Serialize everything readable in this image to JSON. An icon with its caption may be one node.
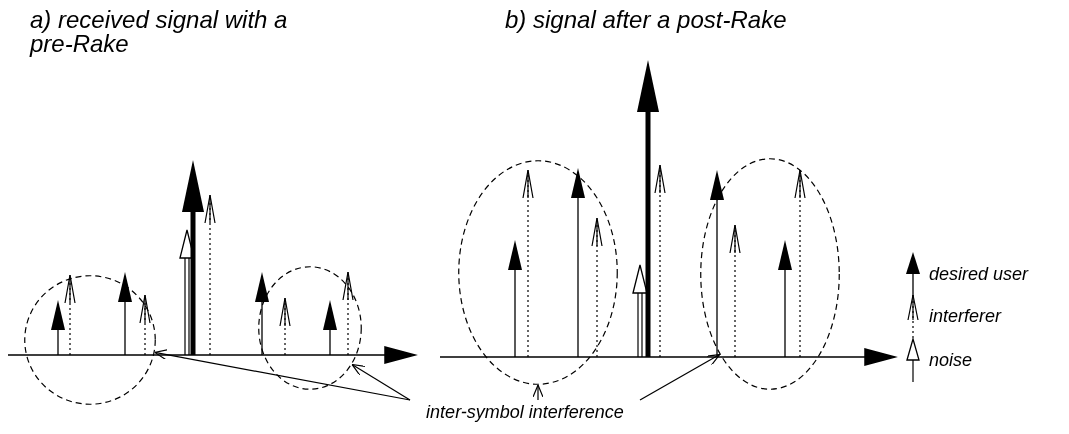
{
  "diagram": {
    "nodes": [
      {
        "text": [],
        "shape": "circle"
      },
      {
        "text": [],
        "shape": "circle"
      },
      {
        "text": [],
        "shape": "circle"
      },
      {
        "text": [],
        "shape": "circle"
      },
      {
        "text": [
          "inter-symbol interference"
        ]
      }
    ],
    "edges": [
      {
        "from": 4,
        "to": 0,
        "arrow": "to"
      },
      {
        "from": 4,
        "to": 1,
        "arrow": "to"
      },
      {
        "from": 4,
        "to": 2,
        "arrow": "to"
      },
      {
        "from": 4,
        "to": 3,
        "arrow": "to"
      }
    ],
    "labels": [
      "a) received signal with a pre-Rake",
      "b) signal after a post-Rake"
    ],
    "legend": [
      {
        "text": "desired user"
      },
      {
        "text": "interferer"
      },
      {
        "text": "noise"
      }
    ]
  }
}
